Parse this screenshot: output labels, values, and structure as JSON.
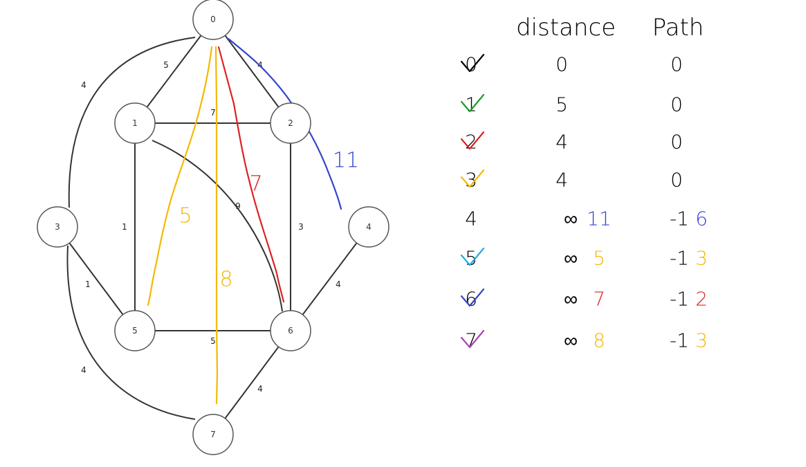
{
  "graph": {
    "nodes": [
      {
        "id": "0",
        "label": "0"
      },
      {
        "id": "1",
        "label": "1"
      },
      {
        "id": "2",
        "label": "2"
      },
      {
        "id": "3",
        "label": "3"
      },
      {
        "id": "4",
        "label": "4"
      },
      {
        "id": "5",
        "label": "5"
      },
      {
        "id": "6",
        "label": "6"
      },
      {
        "id": "7",
        "label": "7"
      }
    ],
    "edges": [
      {
        "from": "0",
        "to": "1",
        "weight": "5"
      },
      {
        "from": "0",
        "to": "2",
        "weight": "4"
      },
      {
        "from": "0",
        "to": "3",
        "weight": "4"
      },
      {
        "from": "1",
        "to": "2",
        "weight": "7"
      },
      {
        "from": "1",
        "to": "5",
        "weight": "1"
      },
      {
        "from": "1",
        "to": "6",
        "weight": "9"
      },
      {
        "from": "2",
        "to": "6",
        "weight": "3"
      },
      {
        "from": "3",
        "to": "5",
        "weight": "1"
      },
      {
        "from": "3",
        "to": "7",
        "weight": "4"
      },
      {
        "from": "4",
        "to": "6",
        "weight": "4"
      },
      {
        "from": "5",
        "to": "6",
        "weight": "5"
      },
      {
        "from": "6",
        "to": "7",
        "weight": "4"
      }
    ],
    "annotations": [
      {
        "label": "11",
        "color": "#3344cc"
      },
      {
        "label": "7",
        "color": "#dd2222"
      },
      {
        "label": "5",
        "color": "#f5b800"
      },
      {
        "label": "8",
        "color": "#f5b800"
      }
    ]
  },
  "table": {
    "headers": {
      "vertex": "",
      "distance": "distance",
      "path": "Path"
    },
    "rows": [
      {
        "vertex": "0",
        "distance": "0",
        "dist_update": "",
        "path": "0",
        "path_update": "",
        "mark_color": "#000000",
        "update_color": ""
      },
      {
        "vertex": "1",
        "distance": "5",
        "dist_update": "",
        "path": "0",
        "path_update": "",
        "mark_color": "#1a9a2a",
        "update_color": ""
      },
      {
        "vertex": "2",
        "distance": "4",
        "dist_update": "",
        "path": "0",
        "path_update": "",
        "mark_color": "#dd2222",
        "update_color": ""
      },
      {
        "vertex": "3",
        "distance": "4",
        "dist_update": "",
        "path": "0",
        "path_update": "",
        "mark_color": "#f5b800",
        "update_color": ""
      },
      {
        "vertex": "4",
        "distance": "∞",
        "dist_update": "11",
        "path": "-1",
        "path_update": "6",
        "mark_color": "",
        "update_color": "#3344cc"
      },
      {
        "vertex": "5",
        "distance": "∞",
        "dist_update": "5",
        "path": "-1",
        "path_update": "3",
        "mark_color": "#22aadd",
        "update_color": "#f5b800"
      },
      {
        "vertex": "6",
        "distance": "∞",
        "dist_update": "7",
        "path": "-1",
        "path_update": "2",
        "mark_color": "#3344cc",
        "update_color": "#dd2222"
      },
      {
        "vertex": "7",
        "distance": "∞",
        "dist_update": "8",
        "path": "-1",
        "path_update": "3",
        "mark_color": "#aa44aa",
        "update_color": "#f5b800"
      }
    ]
  },
  "colors": {
    "blue": "#3344cc",
    "red": "#dd2222",
    "yellow": "#f5b800",
    "green": "#1a9a2a",
    "cyan": "#22aadd",
    "purple": "#aa44aa"
  }
}
